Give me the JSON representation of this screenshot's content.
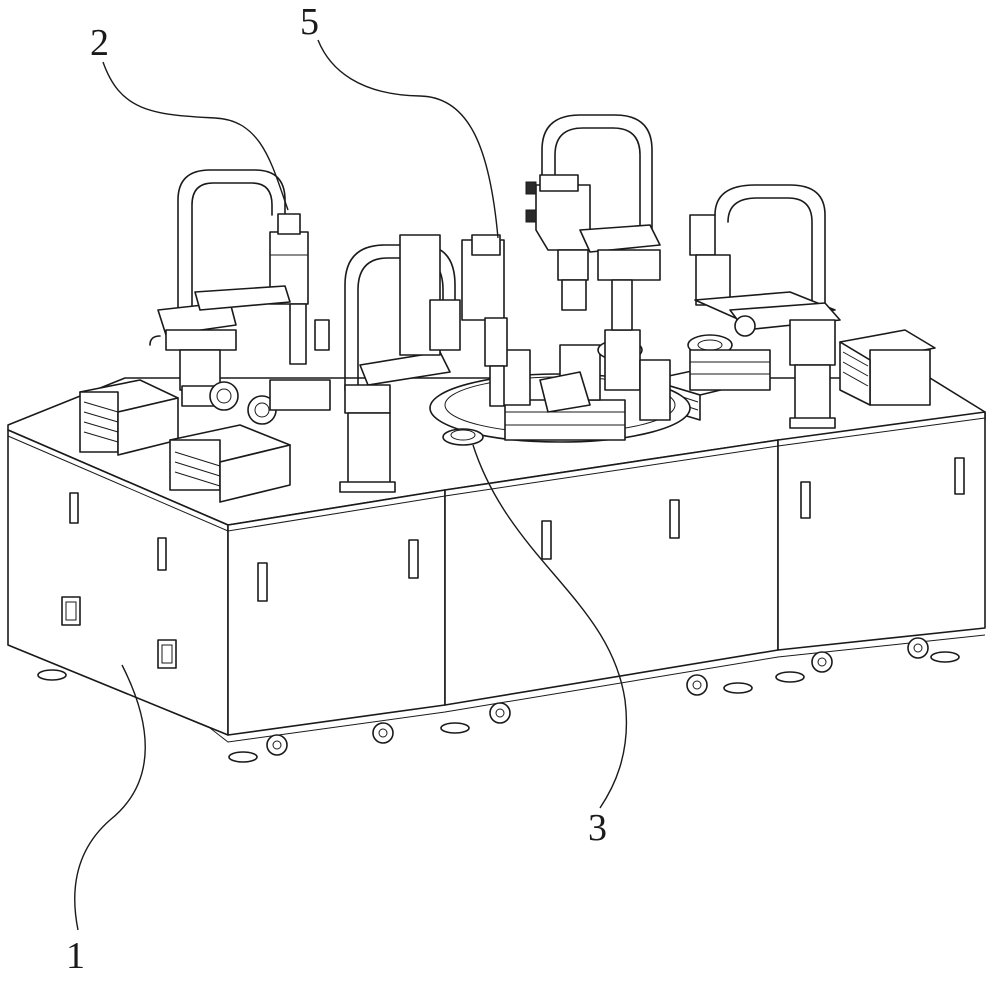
{
  "callouts": {
    "c1": "1",
    "c2": "2",
    "c3": "3",
    "c5": "5"
  }
}
